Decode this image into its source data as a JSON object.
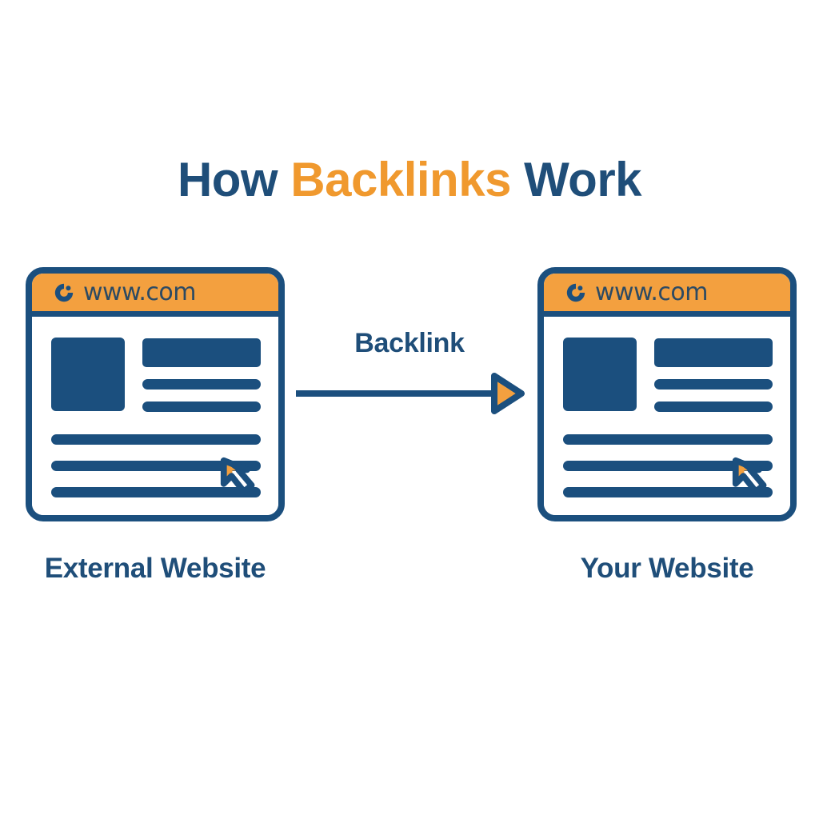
{
  "page": {
    "background_color": "#ffffff",
    "brand_blue": "#1b4f7e",
    "brand_orange": "#f3a03f"
  },
  "title": {
    "part1": "How ",
    "accent": "Backlinks",
    "part2": " Work",
    "full_text": "How Backlinks Work",
    "color": "#1f4e79",
    "accent_color": "#f0992e"
  },
  "connector": {
    "label": "Backlink",
    "direction": "left-to-right",
    "shaft_color": "#1b4f7e",
    "arrowhead_fill": "#f3a03f",
    "arrowhead_stroke": "#1b4f7e"
  },
  "cards": [
    {
      "id": "external",
      "address_bar": {
        "url": "www.com",
        "icon": "globe-icon",
        "background_color": "#f3a03f",
        "text_color": "#2c4a63"
      },
      "content": {
        "thumbnail": "image-placeholder",
        "heading_bar": "heading-placeholder",
        "side_lines": 2,
        "body_lines": 3,
        "cursor": "cursor-arrow-icon"
      },
      "caption": "External Website"
    },
    {
      "id": "your",
      "address_bar": {
        "url": "www.com",
        "icon": "globe-icon",
        "background_color": "#f3a03f",
        "text_color": "#2c4a63"
      },
      "content": {
        "thumbnail": "image-placeholder",
        "heading_bar": "heading-placeholder",
        "side_lines": 2,
        "body_lines": 3,
        "cursor": "cursor-arrow-icon"
      },
      "caption": "Your Website"
    }
  ]
}
